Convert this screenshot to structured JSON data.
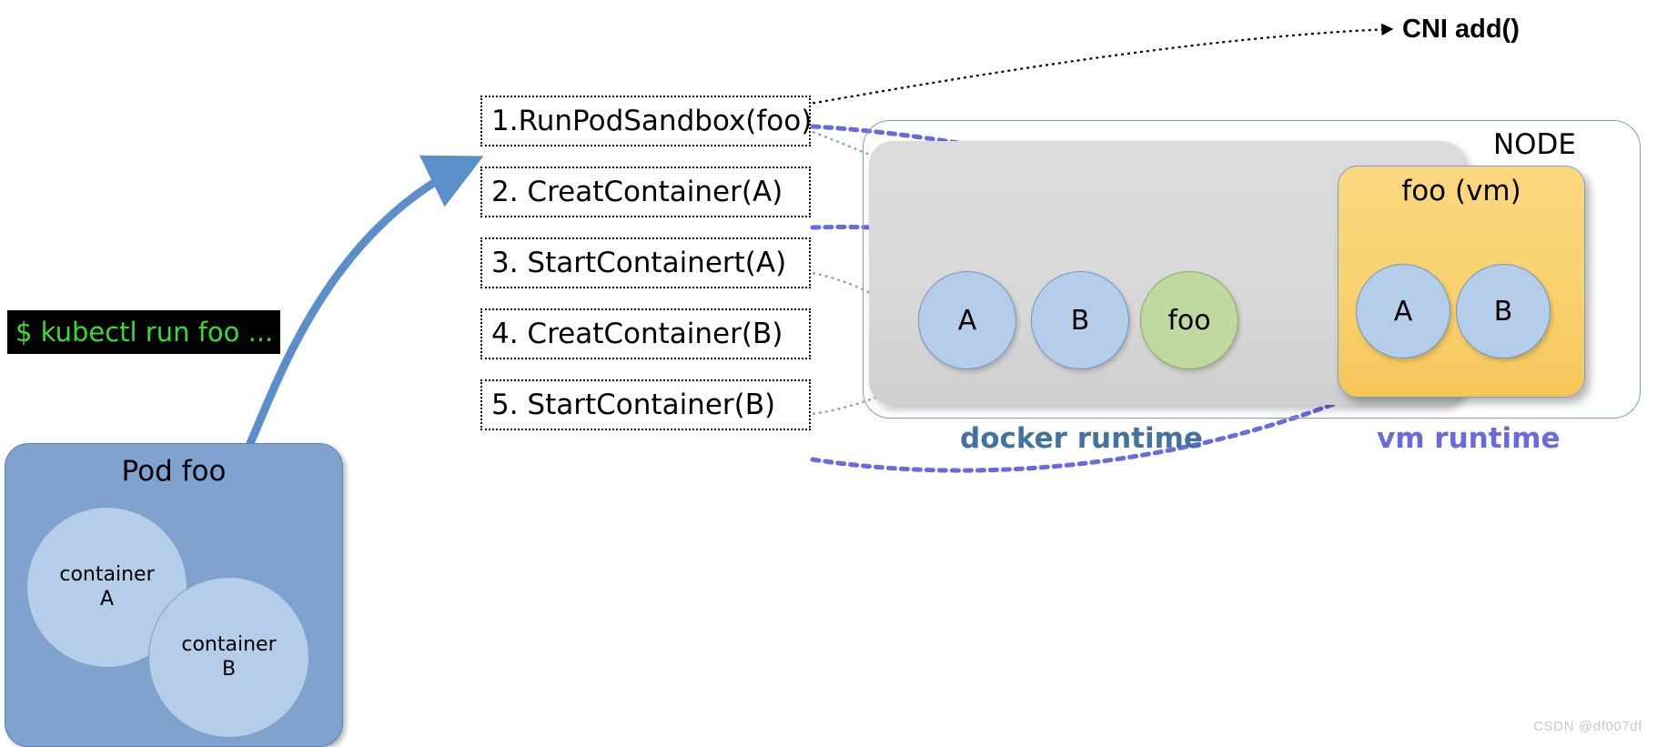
{
  "terminal": {
    "command": "$ kubectl run foo ...",
    "text_color": "#33dd33",
    "bg_color": "#000000"
  },
  "pod": {
    "title": "Pod foo",
    "fill_color": "#7FA2CE",
    "containers": [
      {
        "name": "container-a",
        "label": "container\nA",
        "line1": "container",
        "line2": "A"
      },
      {
        "name": "container-b",
        "label": "container\nB",
        "line1": "container",
        "line2": "B"
      }
    ]
  },
  "steps": [
    {
      "id": 1,
      "label": "1.RunPodSandbox(foo)"
    },
    {
      "id": 2,
      "label": "2. CreatContainer(A)"
    },
    {
      "id": 3,
      "label": "3. StartContainert(A)"
    },
    {
      "id": 4,
      "label": "4. CreatContainer(B)"
    },
    {
      "id": 5,
      "label": "5. StartContainer(B)"
    }
  ],
  "node": {
    "label": "NODE",
    "docker": {
      "runtime_label": "docker runtime",
      "runtime_label_color": "#4472A0",
      "circles": [
        {
          "name": "docker-container-a",
          "label": "A",
          "color": "#B4CDE8"
        },
        {
          "name": "docker-container-b",
          "label": "B",
          "color": "#B4CDE8"
        },
        {
          "name": "docker-sandbox-foo",
          "label": "foo",
          "color": "#BFD9A0"
        }
      ]
    },
    "vm": {
      "runtime_label": "vm runtime",
      "runtime_label_color": "#6A6AE0",
      "box_title": "foo (vm)",
      "box_color": "#FAD26F",
      "circles": [
        {
          "name": "vm-container-a",
          "label": "A",
          "color": "#B4CDE8"
        },
        {
          "name": "vm-container-b",
          "label": "B",
          "color": "#B4CDE8"
        }
      ]
    }
  },
  "annotations": {
    "cni_add": "CNI add()"
  },
  "watermark": "CSDN @df007df",
  "colors": {
    "arrow_blue": "#5B8FC9",
    "dotted_purple": "#6A6AE0",
    "dotted_thin_blue": "#7C9FD0",
    "node_border": "#7a9fc9"
  }
}
